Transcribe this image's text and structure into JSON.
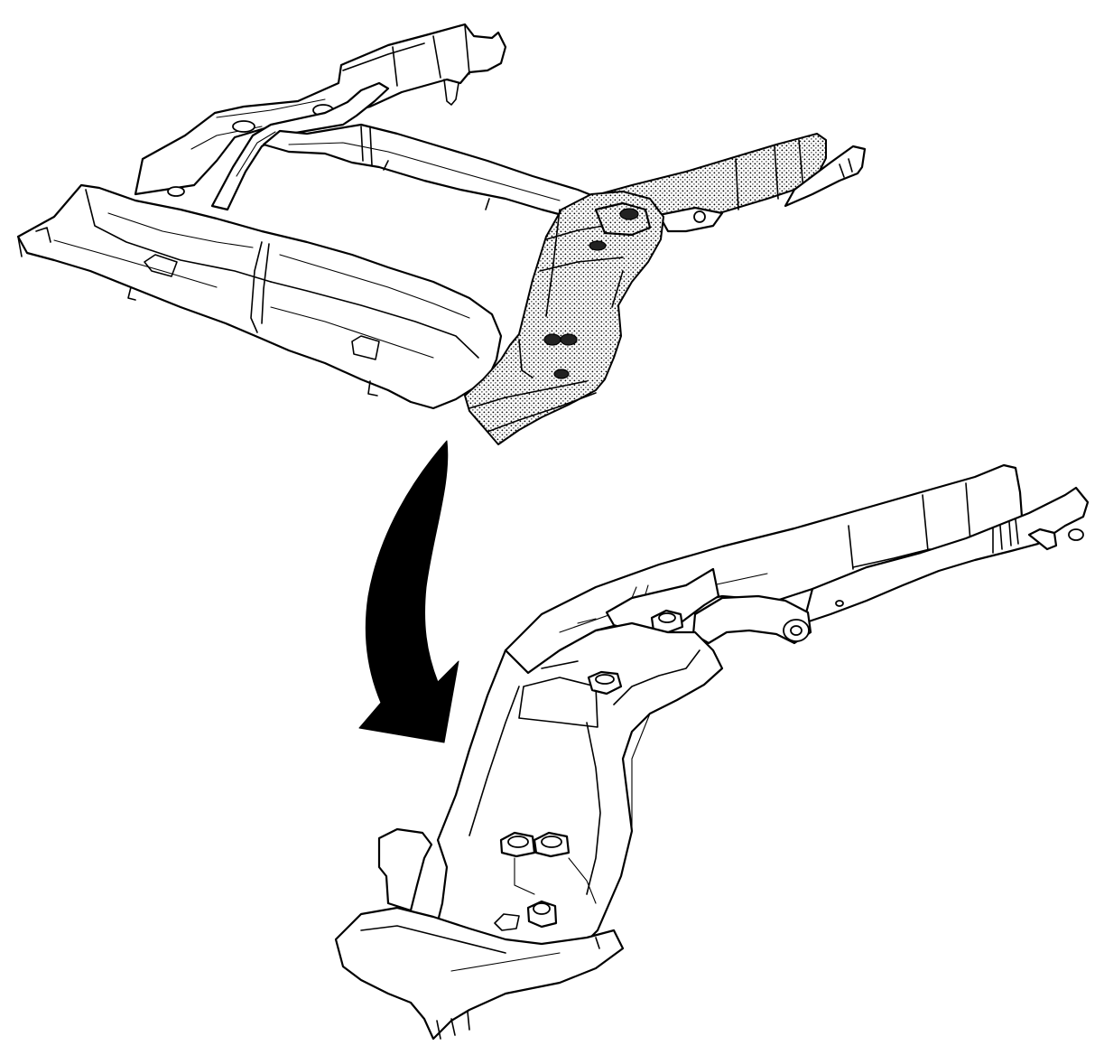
{
  "figure": {
    "panels": [
      {
        "icon": "frame-assembly-icon",
        "highlighted_section": "right-rear-frame-section"
      },
      {
        "icon": "frame-section-detail-icon"
      }
    ],
    "arrow": {
      "icon": "curved-arrow-icon",
      "direction": "down"
    },
    "colors": {
      "line": "#000000",
      "background": "#ffffff",
      "highlight_pattern": "stipple"
    }
  }
}
